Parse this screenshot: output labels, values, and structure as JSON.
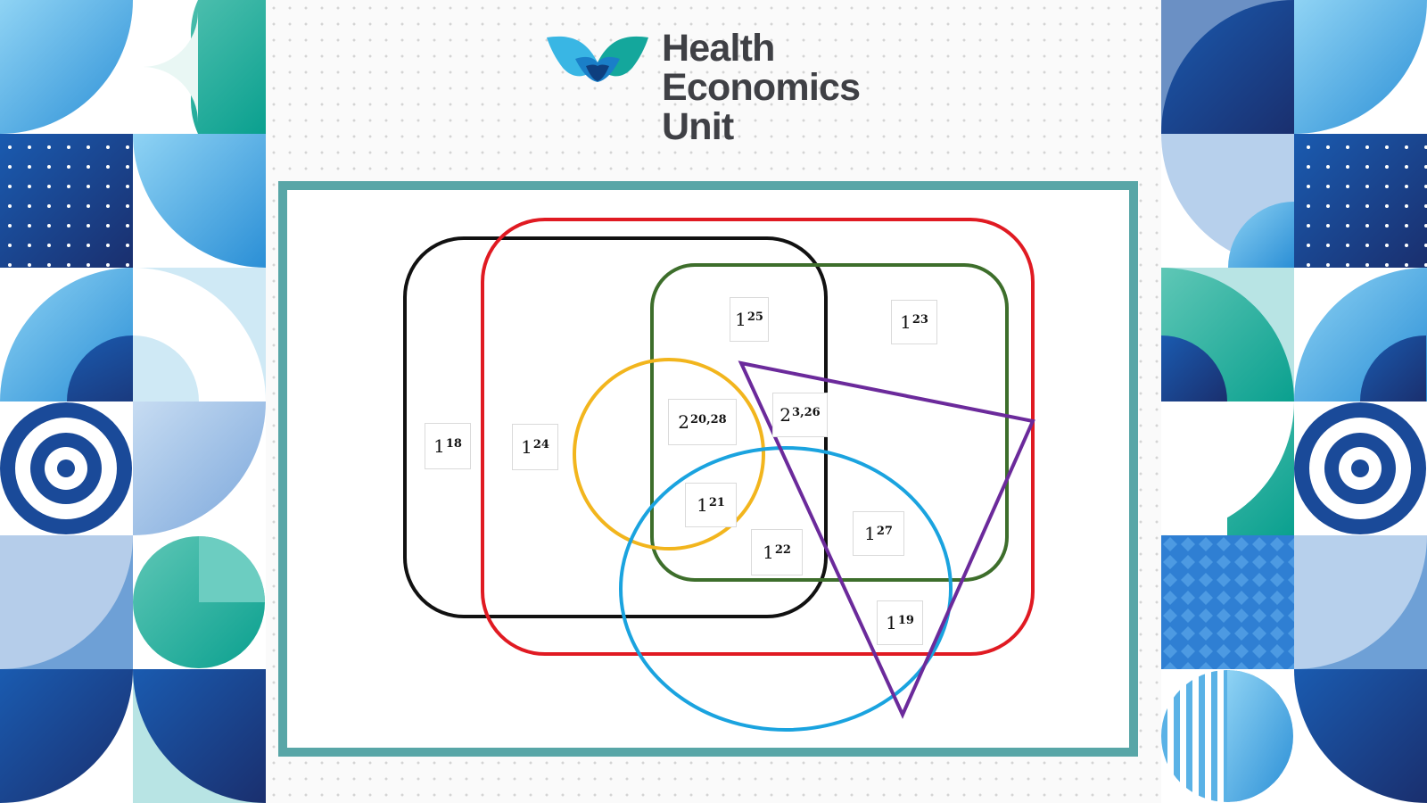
{
  "brand": {
    "lines": [
      "Health",
      "Economics",
      "Unit"
    ],
    "colors": {
      "text": "#3f4045",
      "wing_light": "#39b6e4",
      "wing_mid": "#1a7fc8",
      "wing_dark": "#0e3f7f",
      "wing_teal": "#14a79c"
    }
  },
  "diagram": {
    "frame_color": "#58a6a7",
    "shapes": [
      {
        "id": "black-rect",
        "kind": "rounded-rect",
        "color": "#111111"
      },
      {
        "id": "red-rect",
        "kind": "rounded-rect",
        "color": "#e01a22"
      },
      {
        "id": "green-rect",
        "kind": "rounded-rect",
        "color": "#3d6e2b"
      },
      {
        "id": "yellow-circle",
        "kind": "circle",
        "color": "#f2b51d"
      },
      {
        "id": "blue-ellipse",
        "kind": "ellipse",
        "color": "#1aa3df"
      },
      {
        "id": "purple-triangle",
        "kind": "triangle",
        "color": "#6b2a9b"
      }
    ],
    "labels": [
      {
        "id": "l18",
        "base": "1",
        "sup": "18"
      },
      {
        "id": "l24",
        "base": "1",
        "sup": "24"
      },
      {
        "id": "l25",
        "base": "1",
        "sup": "25"
      },
      {
        "id": "l23",
        "base": "1",
        "sup": "23"
      },
      {
        "id": "l2028",
        "base": "2",
        "sup": "20,28"
      },
      {
        "id": "l326",
        "base": "2",
        "sup": "3,26"
      },
      {
        "id": "l21",
        "base": "1",
        "sup": "21"
      },
      {
        "id": "l22",
        "base": "1",
        "sup": "22"
      },
      {
        "id": "l27",
        "base": "1",
        "sup": "27"
      },
      {
        "id": "l19",
        "base": "1",
        "sup": "19"
      }
    ]
  }
}
